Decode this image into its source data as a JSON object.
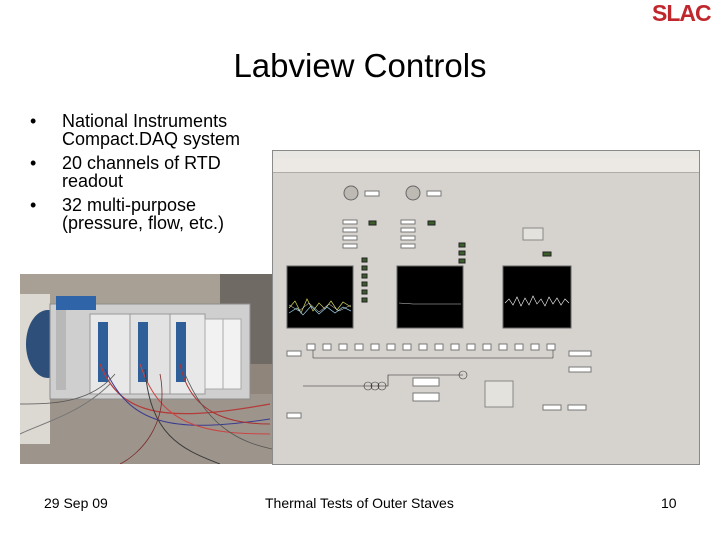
{
  "logo": {
    "text": "SLAC",
    "color": "#c0272d"
  },
  "slide": {
    "title": "Labview Controls",
    "bullets": [
      {
        "line1": "National Instruments",
        "line2": "Compact.DAQ system"
      },
      {
        "line1": "20 channels of RTD",
        "line2": "readout"
      },
      {
        "line1": "32 multi-purpose",
        "line2": "(pressure, flow, etc.)"
      }
    ],
    "bullet_glyph": "•"
  },
  "images": {
    "photo": "photo of CompactDAQ chassis with wired modules",
    "screenshot": "LabVIEW front panel screenshot"
  },
  "footer": {
    "date": "29 Sep 09",
    "title": "Thermal Tests of Outer Staves",
    "page": "10"
  }
}
